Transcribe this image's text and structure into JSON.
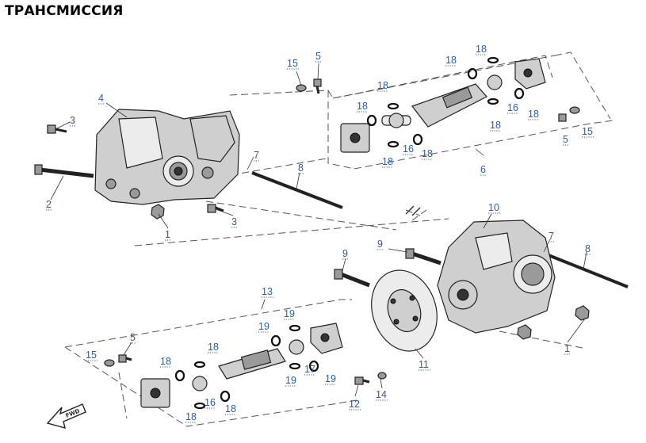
{
  "title": "ТРАНСМИССИЯ",
  "callouts": {
    "c_15_top": "15",
    "c_5_top": "5",
    "c_18_a": "18",
    "c_18_b": "18",
    "c_18_c": "18",
    "c_18_d": "18",
    "c_18_e": "18",
    "c_18_f": "18",
    "c_16_a": "16",
    "c_16_b": "16",
    "c_18_g": "18",
    "c_5_right": "5",
    "c_15_right": "15",
    "c_6": "6",
    "c_4": "4",
    "c_3_a": "3",
    "c_2": "2",
    "c_7_a": "7",
    "c_8_a": "8",
    "c_1_a": "1",
    "c_3_b": "3",
    "c_10": "10",
    "c_9_a": "9",
    "c_9_b": "9",
    "c_7_b": "7",
    "c_8_b": "8",
    "c_13": "13",
    "c_5_bottom": "5",
    "c_15_bottom": "15",
    "c_18_h": "18",
    "c_18_i": "18",
    "c_19_a": "19",
    "c_19_b": "19",
    "c_17": "17",
    "c_19_c": "19",
    "c_19_d": "19",
    "c_18_j": "18",
    "c_16_c": "16",
    "c_18_k": "18",
    "c_11": "11",
    "c_1_b": "1",
    "c_12": "12",
    "c_14": "14"
  },
  "fwd_label": "FWD"
}
